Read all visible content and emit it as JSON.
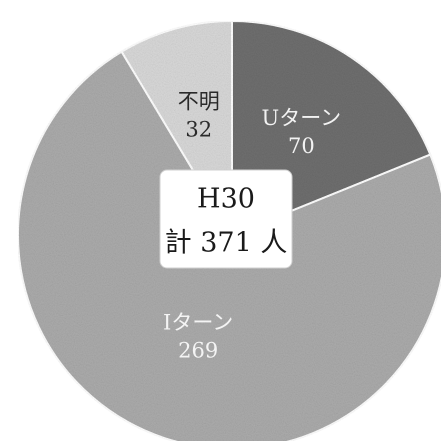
{
  "chart_data": {
    "type": "pie",
    "categories": [
      "Uターン",
      "Iターン",
      "不明"
    ],
    "values": [
      70,
      269,
      32
    ],
    "colors": [
      "#6f6f6f",
      "#acacac",
      "#d9d9d9"
    ],
    "label_colors": [
      "#f2f2f2",
      "#f4f4f4",
      "#2a2a2a"
    ],
    "start_angle_deg": 0,
    "direction": "clockwise",
    "center_label": {
      "line1": "H30",
      "line2": "計 371 人"
    }
  }
}
